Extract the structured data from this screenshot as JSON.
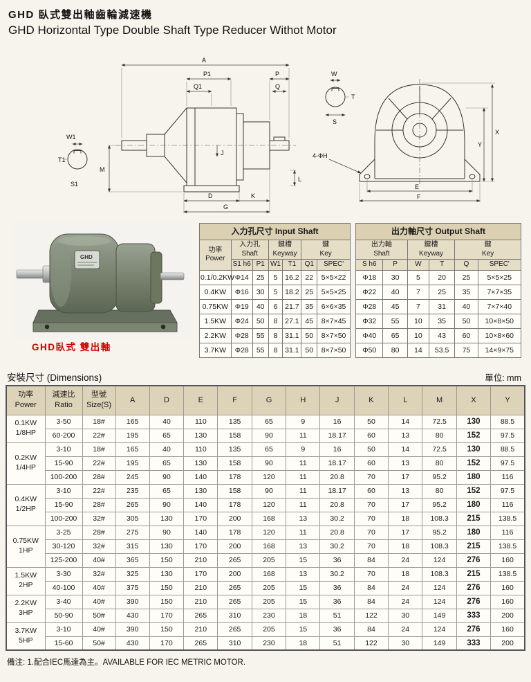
{
  "header": {
    "title_zh": "GHD 臥式雙出軸齒輪減速機",
    "title_en": "GHD Horizontal Type Double Shaft Type Reducer Withot Motor"
  },
  "drawings": {
    "side": {
      "labels": {
        "A": "A",
        "P1": "P1",
        "Q1": "Q1",
        "P": "P",
        "Q": "Q",
        "W1": "W1",
        "T1": "T1",
        "S1": "S1",
        "M": "M",
        "J": "J",
        "L": "L",
        "D": "D",
        "K": "K",
        "G": "G"
      }
    },
    "front": {
      "labels": {
        "W": "W",
        "T": "T",
        "S": "S",
        "X": "X",
        "Y": "Y",
        "E": "E",
        "F": "F",
        "H4": "4-ΦH"
      }
    }
  },
  "photo": {
    "caption": "GHD臥式 雙出軸",
    "brand": "GHD"
  },
  "input_shaft_table": {
    "title": "入力孔尺寸 Input Shaft",
    "headers": {
      "power_zh": "功率",
      "power_en": "Power",
      "shaft_zh": "入力孔",
      "shaft_en": "Shaft",
      "keyway_zh": "鍵槽",
      "keyway_en": "Keyway",
      "key_zh": "鍵",
      "key_en": "Key",
      "cols": [
        "S1 h6",
        "P1",
        "W1",
        "T1",
        "Q1",
        "SPEC'"
      ]
    },
    "rows": [
      [
        "0.1/0.2KW",
        "Φ14",
        "25",
        "5",
        "16.2",
        "22",
        "5×5×22"
      ],
      [
        "0.4KW",
        "Φ16",
        "30",
        "5",
        "18.2",
        "25",
        "5×5×25"
      ],
      [
        "0.75KW",
        "Φ19",
        "40",
        "6",
        "21.7",
        "35",
        "6×6×35"
      ],
      [
        "1.5KW",
        "Φ24",
        "50",
        "8",
        "27.1",
        "45",
        "8×7×45"
      ],
      [
        "2.2KW",
        "Φ28",
        "55",
        "8",
        "31.1",
        "50",
        "8×7×50"
      ],
      [
        "3.7KW",
        "Φ28",
        "55",
        "8",
        "31.1",
        "50",
        "8×7×50"
      ]
    ]
  },
  "output_shaft_table": {
    "title": "出力軸尺寸 Output Shaft",
    "headers": {
      "shaft_zh": "出力軸",
      "shaft_en": "Shaft",
      "keyway_zh": "鍵槽",
      "keyway_en": "Keyway",
      "key_zh": "鍵",
      "key_en": "Key",
      "cols": [
        "S h6",
        "P",
        "W",
        "T",
        "Q",
        "SPEC'"
      ]
    },
    "rows": [
      [
        "Φ18",
        "30",
        "5",
        "20",
        "25",
        "5×5×25"
      ],
      [
        "Φ22",
        "40",
        "7",
        "25",
        "35",
        "7×7×35"
      ],
      [
        "Φ28",
        "45",
        "7",
        "31",
        "40",
        "7×7×40"
      ],
      [
        "Φ32",
        "55",
        "10",
        "35",
        "50",
        "10×8×50"
      ],
      [
        "Φ40",
        "65",
        "10",
        "43",
        "60",
        "10×8×60"
      ],
      [
        "Φ50",
        "80",
        "14",
        "53.5",
        "75",
        "14×9×75"
      ]
    ]
  },
  "dimensions": {
    "heading": "安裝尺寸 (Dimensions)",
    "unit": "單位: mm",
    "headers": {
      "power_zh": "功率",
      "power_en": "Power",
      "ratio_zh": "減速比",
      "ratio_en": "Ratio",
      "size_zh": "型號",
      "size_en": "Size(S)",
      "cols": [
        "A",
        "D",
        "E",
        "F",
        "G",
        "H",
        "J",
        "K",
        "L",
        "M",
        "X",
        "Y"
      ]
    },
    "groups": [
      {
        "power": [
          "0.1KW",
          "1/8HP"
        ],
        "rows": [
          [
            "3-50",
            "18#",
            "165",
            "40",
            "110",
            "135",
            "65",
            "9",
            "16",
            "50",
            "14",
            "72.5",
            "130",
            "88.5"
          ],
          [
            "60-200",
            "22#",
            "195",
            "65",
            "130",
            "158",
            "90",
            "11",
            "18.17",
            "60",
            "13",
            "80",
            "152",
            "97.5"
          ]
        ]
      },
      {
        "power": [
          "0.2KW",
          "1/4HP"
        ],
        "rows": [
          [
            "3-10",
            "18#",
            "165",
            "40",
            "110",
            "135",
            "65",
            "9",
            "16",
            "50",
            "14",
            "72.5",
            "130",
            "88.5"
          ],
          [
            "15-90",
            "22#",
            "195",
            "65",
            "130",
            "158",
            "90",
            "11",
            "18.17",
            "60",
            "13",
            "80",
            "152",
            "97.5"
          ],
          [
            "100-200",
            "28#",
            "245",
            "90",
            "140",
            "178",
            "120",
            "11",
            "20.8",
            "70",
            "17",
            "95.2",
            "180",
            "116"
          ]
        ]
      },
      {
        "power": [
          "0.4KW",
          "1/2HP"
        ],
        "rows": [
          [
            "3-10",
            "22#",
            "235",
            "65",
            "130",
            "158",
            "90",
            "11",
            "18.17",
            "60",
            "13",
            "80",
            "152",
            "97.5"
          ],
          [
            "15-90",
            "28#",
            "265",
            "90",
            "140",
            "178",
            "120",
            "11",
            "20.8",
            "70",
            "17",
            "95.2",
            "180",
            "116"
          ],
          [
            "100-200",
            "32#",
            "305",
            "130",
            "170",
            "200",
            "168",
            "13",
            "30.2",
            "70",
            "18",
            "108.3",
            "215",
            "138.5"
          ]
        ]
      },
      {
        "power": [
          "0.75KW",
          "1HP"
        ],
        "rows": [
          [
            "3-25",
            "28#",
            "275",
            "90",
            "140",
            "178",
            "120",
            "11",
            "20.8",
            "70",
            "17",
            "95.2",
            "180",
            "116"
          ],
          [
            "30-120",
            "32#",
            "315",
            "130",
            "170",
            "200",
            "168",
            "13",
            "30.2",
            "70",
            "18",
            "108.3",
            "215",
            "138.5"
          ],
          [
            "125-200",
            "40#",
            "365",
            "150",
            "210",
            "265",
            "205",
            "15",
            "36",
            "84",
            "24",
            "124",
            "276",
            "160"
          ]
        ]
      },
      {
        "power": [
          "1.5KW",
          "2HP"
        ],
        "rows": [
          [
            "3-30",
            "32#",
            "325",
            "130",
            "170",
            "200",
            "168",
            "13",
            "30.2",
            "70",
            "18",
            "108.3",
            "215",
            "138.5"
          ],
          [
            "40-100",
            "40#",
            "375",
            "150",
            "210",
            "265",
            "205",
            "15",
            "36",
            "84",
            "24",
            "124",
            "276",
            "160"
          ]
        ]
      },
      {
        "power": [
          "2.2KW",
          "3HP"
        ],
        "rows": [
          [
            "3-40",
            "40#",
            "390",
            "150",
            "210",
            "265",
            "205",
            "15",
            "36",
            "84",
            "24",
            "124",
            "276",
            "160"
          ],
          [
            "50-90",
            "50#",
            "430",
            "170",
            "265",
            "310",
            "230",
            "18",
            "51",
            "122",
            "30",
            "149",
            "333",
            "200"
          ]
        ]
      },
      {
        "power": [
          "3.7KW",
          "5HP"
        ],
        "rows": [
          [
            "3-10",
            "40#",
            "390",
            "150",
            "210",
            "265",
            "205",
            "15",
            "36",
            "84",
            "24",
            "124",
            "276",
            "160"
          ],
          [
            "15-60",
            "50#",
            "430",
            "170",
            "265",
            "310",
            "230",
            "18",
            "51",
            "122",
            "30",
            "149",
            "333",
            "200"
          ]
        ]
      }
    ]
  },
  "footer": {
    "note": "備注: 1.配合IEC馬達為主。AVAILABLE FOR IEC METRIC MOTOR."
  },
  "colors": {
    "accent_red": "#cc0000",
    "table_header_bg": "#ddd3b8",
    "table_title_bg": "#dbd0b2",
    "page_bg": "#f7f4ed"
  }
}
